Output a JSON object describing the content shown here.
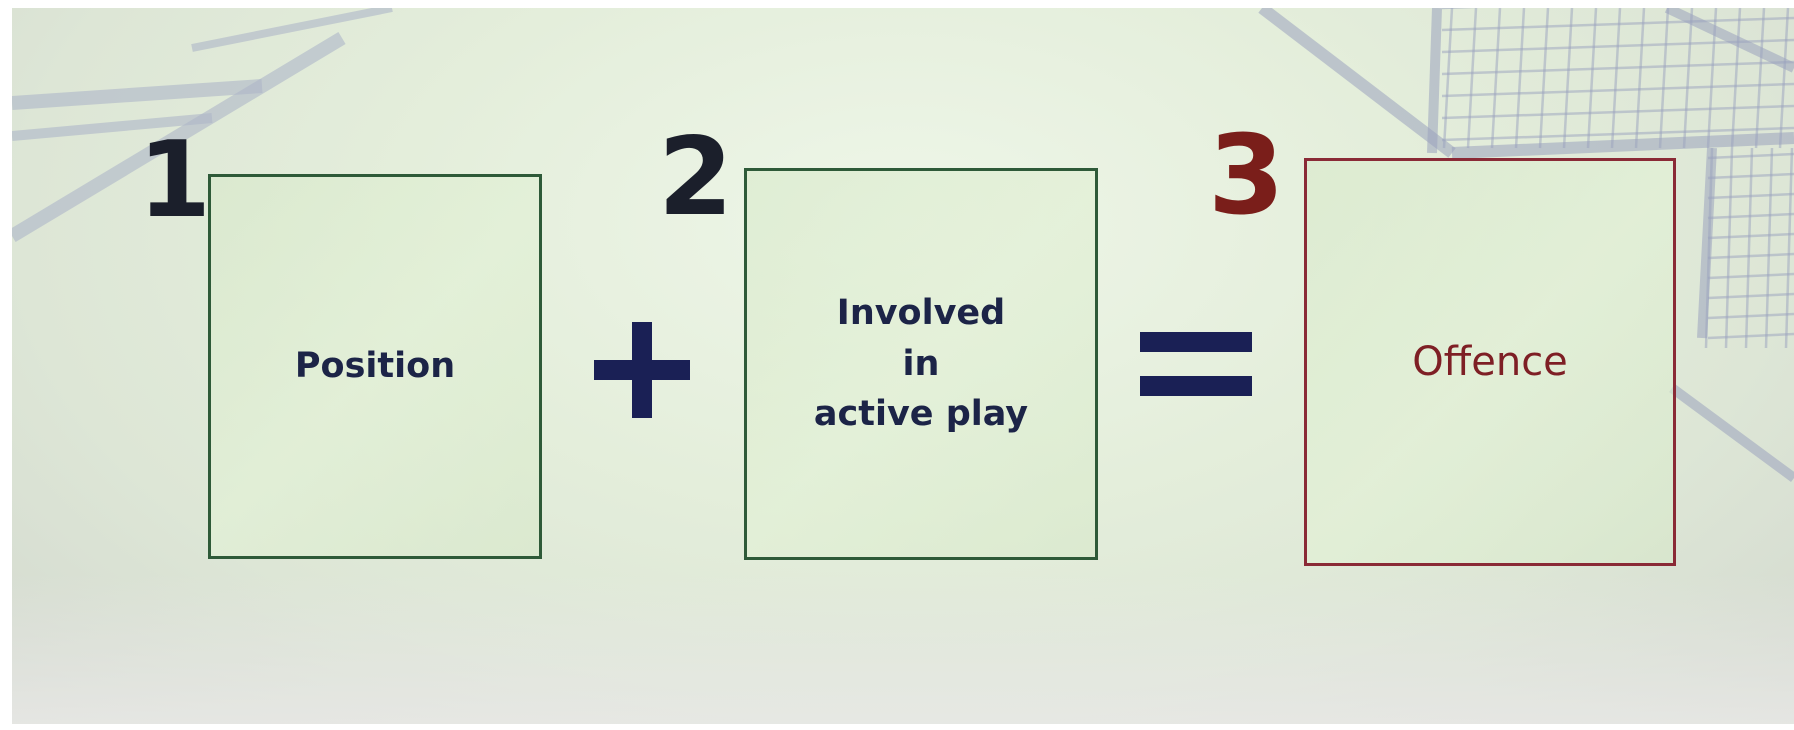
{
  "equation": {
    "steps": [
      {
        "number": "1",
        "label": "Position"
      },
      {
        "number": "2",
        "label": "Involved\nin\nactive play"
      },
      {
        "number": "3",
        "label": "Offence"
      }
    ]
  },
  "colors": {
    "number_dark": "#1b1f2b",
    "number_three": "#7a1e1a",
    "box_border_green": "#2e5a38",
    "box_border_red": "#8a2a36",
    "text_navy": "#1c2447",
    "text_red": "#7e1f25",
    "operator_navy": "#1a2055"
  }
}
